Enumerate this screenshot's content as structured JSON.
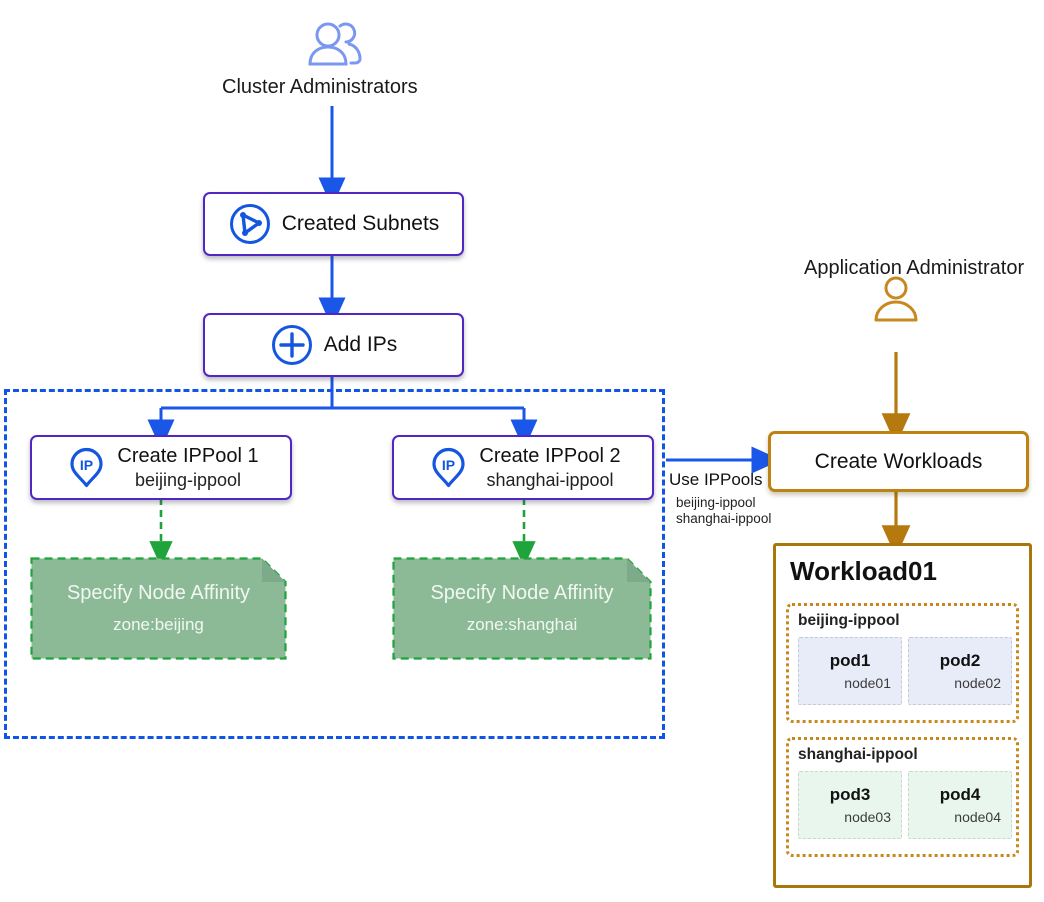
{
  "colors": {
    "arrow_blue": "#1a56e8",
    "dashed_zone_blue": "#1155e8",
    "box_border_purple": "#5226c2",
    "icon_blue": "#1456e0",
    "people_icon_blue": "#7b97f0",
    "green_border": "#1fa43c",
    "green_fill": "#8cba97",
    "green_fold": "#7dab89",
    "orange": "#bd8211",
    "workload_border": "#a9760c",
    "pod_blue_fill": "#e8ecf8",
    "pod_green_fill": "#e9f6ee"
  },
  "actors": {
    "cluster_admin": "Cluster Administrators",
    "app_admin": "Application Administrator"
  },
  "steps": {
    "created_subnets": "Created Subnets",
    "add_ips": "Add IPs",
    "ippool1": {
      "title": "Create IPPool 1",
      "subtitle": "beijing-ippool"
    },
    "ippool2": {
      "title": "Create IPPool 2",
      "subtitle": "shanghai-ippool"
    },
    "affinity1": {
      "title": "Specify Node Affinity",
      "subtitle": "zone:beijing"
    },
    "affinity2": {
      "title": "Specify Node Affinity",
      "subtitle": "zone:shanghai"
    },
    "create_workloads": "Create Workloads"
  },
  "use_ippools": {
    "title": "Use IPPools",
    "lines": [
      "beijing-ippool",
      "shanghai-ippool"
    ]
  },
  "workload": {
    "title": "Workload01",
    "groups": [
      {
        "name": "beijing-ippool",
        "pods": [
          {
            "name": "pod1",
            "node": "node01"
          },
          {
            "name": "pod2",
            "node": "node02"
          }
        ]
      },
      {
        "name": "shanghai-ippool",
        "pods": [
          {
            "name": "pod3",
            "node": "node03"
          },
          {
            "name": "pod4",
            "node": "node04"
          }
        ]
      }
    ]
  }
}
